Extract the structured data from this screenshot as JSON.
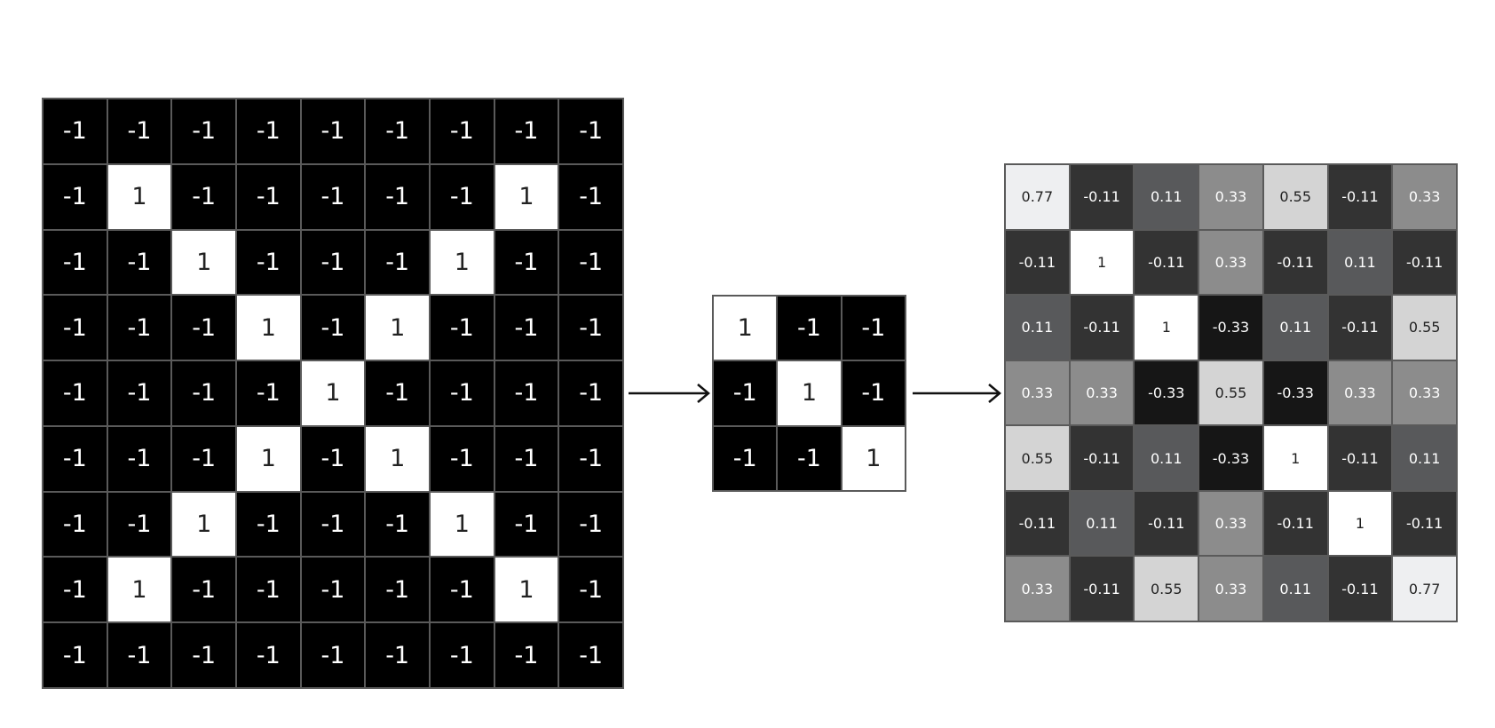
{
  "input_matrix": [
    [
      "-1",
      "-1",
      "-1",
      "-1",
      "-1",
      "-1",
      "-1",
      "-1",
      "-1"
    ],
    [
      "-1",
      "1",
      "-1",
      "-1",
      "-1",
      "-1",
      "-1",
      "1",
      "-1"
    ],
    [
      "-1",
      "-1",
      "1",
      "-1",
      "-1",
      "-1",
      "1",
      "-1",
      "-1"
    ],
    [
      "-1",
      "-1",
      "-1",
      "1",
      "-1",
      "1",
      "-1",
      "-1",
      "-1"
    ],
    [
      "-1",
      "-1",
      "-1",
      "-1",
      "1",
      "-1",
      "-1",
      "-1",
      "-1"
    ],
    [
      "-1",
      "-1",
      "-1",
      "1",
      "-1",
      "1",
      "-1",
      "-1",
      "-1"
    ],
    [
      "-1",
      "-1",
      "1",
      "-1",
      "-1",
      "-1",
      "1",
      "-1",
      "-1"
    ],
    [
      "-1",
      "1",
      "-1",
      "-1",
      "-1",
      "-1",
      "-1",
      "1",
      "-1"
    ],
    [
      "-1",
      "-1",
      "-1",
      "-1",
      "-1",
      "-1",
      "-1",
      "-1",
      "-1"
    ]
  ],
  "kernel_matrix": [
    [
      "1",
      "-1",
      "-1"
    ],
    [
      "-1",
      "1",
      "-1"
    ],
    [
      "-1",
      "-1",
      "1"
    ]
  ],
  "output_matrix": [
    [
      "0.77",
      "-0.11",
      "0.11",
      "0.33",
      "0.55",
      "-0.11",
      "0.33"
    ],
    [
      "-0.11",
      "1",
      "-0.11",
      "0.33",
      "-0.11",
      "0.11",
      "-0.11"
    ],
    [
      "0.11",
      "-0.11",
      "1",
      "-0.33",
      "0.11",
      "-0.11",
      "0.55"
    ],
    [
      "0.33",
      "0.33",
      "-0.33",
      "0.55",
      "-0.33",
      "0.33",
      "0.33"
    ],
    [
      "0.55",
      "-0.11",
      "0.11",
      "-0.33",
      "1",
      "-0.11",
      "0.11"
    ],
    [
      "-0.11",
      "0.11",
      "-0.11",
      "0.33",
      "-0.11",
      "1",
      "-0.11"
    ],
    [
      "0.33",
      "-0.11",
      "0.55",
      "0.33",
      "0.11",
      "-0.11",
      "0.77"
    ]
  ],
  "colors": {
    "positive_one": "#ffffff",
    "negative_one": "#000000",
    "grid_line": "#5a5a5a",
    "arrow": "#111111",
    "output_scale": {
      "1": "#ffffff",
      "0.77": "#eeeff1",
      "0.55": "#d4d4d4",
      "0.33": "#8c8c8c",
      "0.11": "#58595b",
      "-0.11": "#333333",
      "-0.33": "#161616"
    }
  }
}
